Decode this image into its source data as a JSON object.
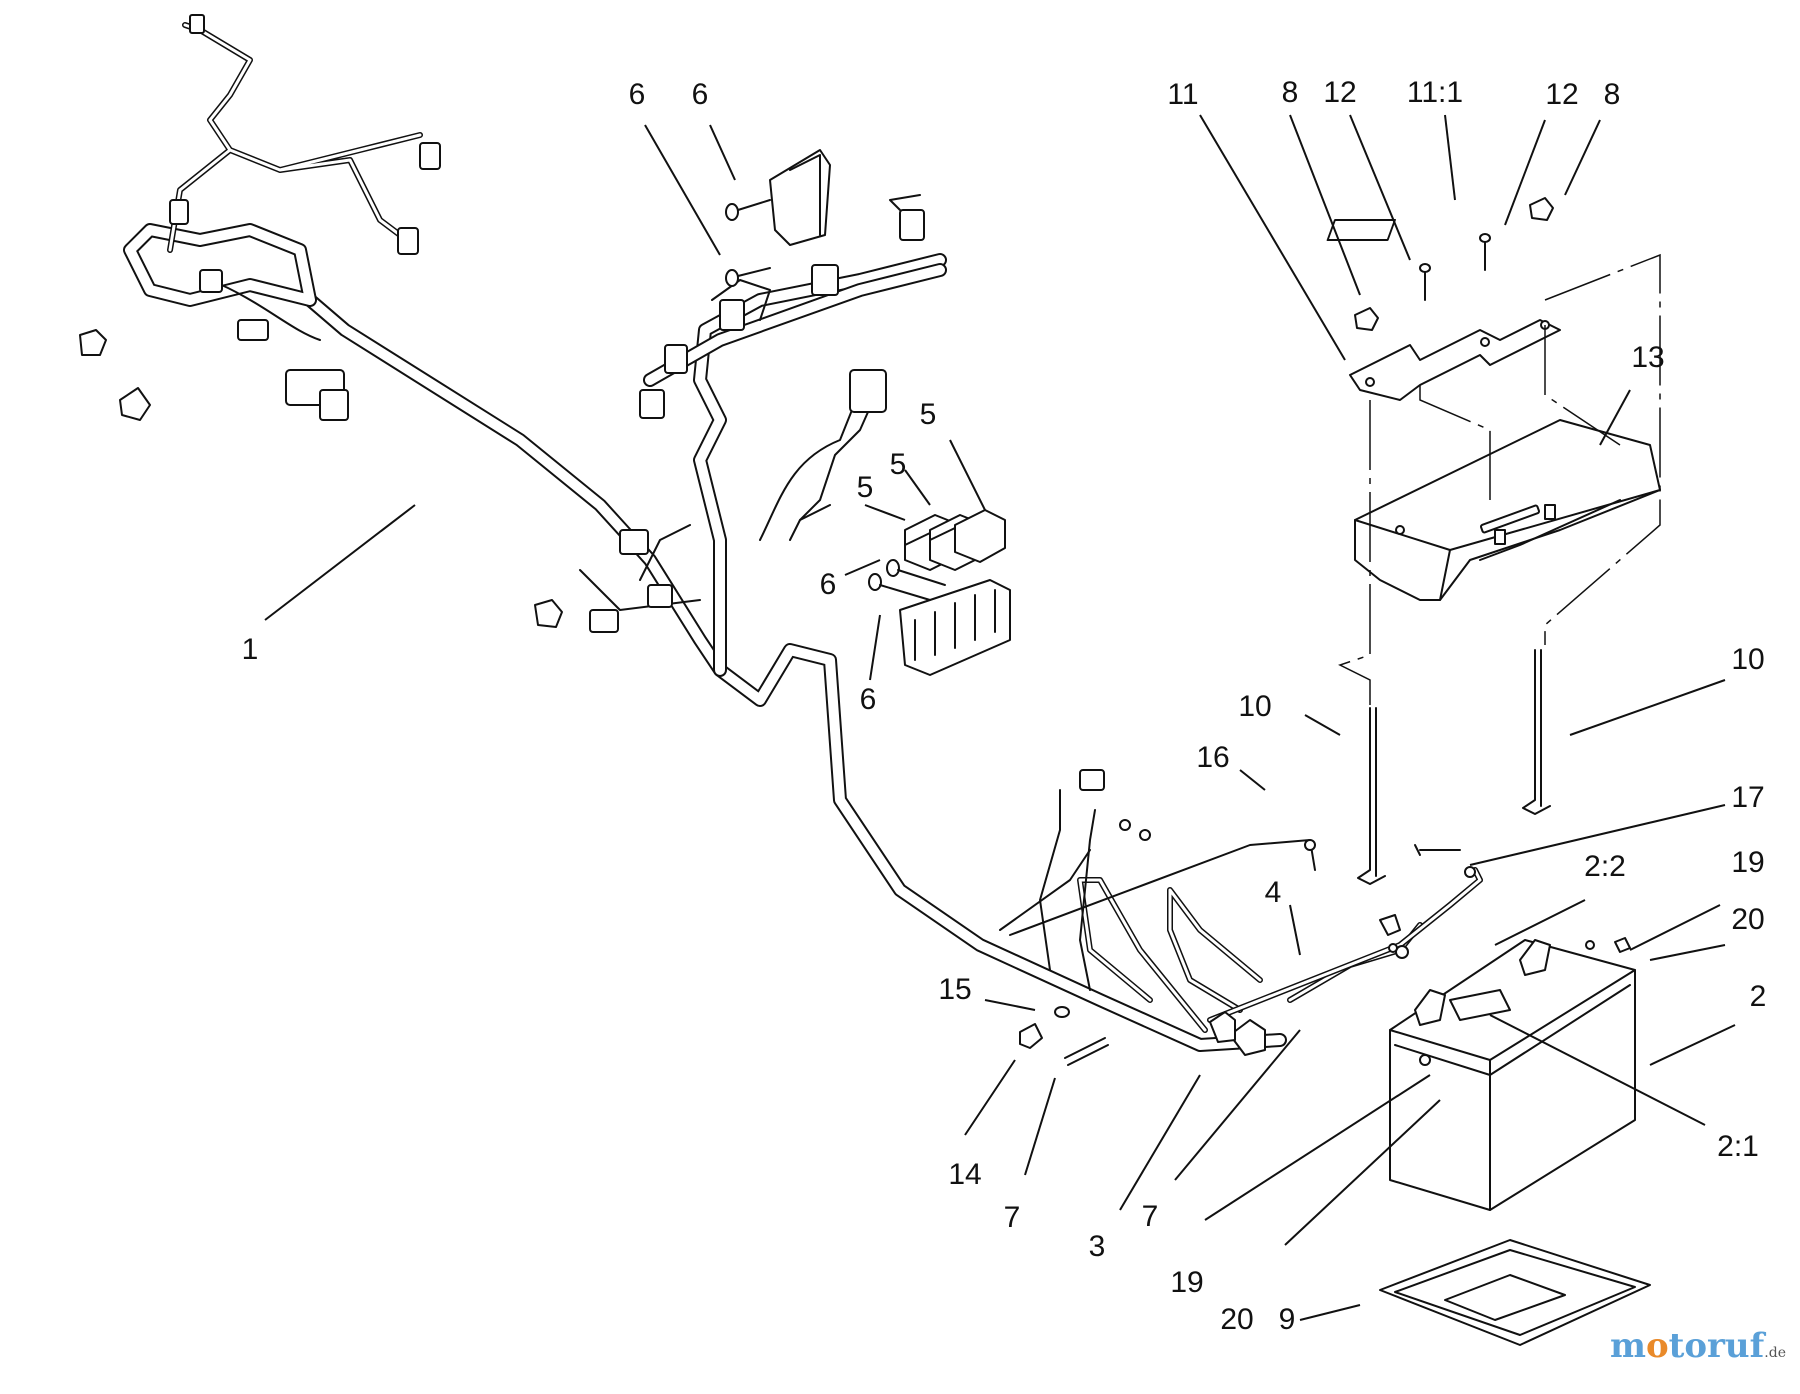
{
  "diagram": {
    "callouts": [
      {
        "id": "c1",
        "text": "1"
      },
      {
        "id": "c6a",
        "text": "6"
      },
      {
        "id": "c6b",
        "text": "6"
      },
      {
        "id": "c5a",
        "text": "5"
      },
      {
        "id": "c5b",
        "text": "5"
      },
      {
        "id": "c5c",
        "text": "5"
      },
      {
        "id": "c6c",
        "text": "6"
      },
      {
        "id": "c6d",
        "text": "6"
      },
      {
        "id": "c11",
        "text": "11"
      },
      {
        "id": "c8a",
        "text": "8"
      },
      {
        "id": "c12a",
        "text": "12"
      },
      {
        "id": "c11-1",
        "text": "11:1"
      },
      {
        "id": "c12b",
        "text": "12"
      },
      {
        "id": "c8b",
        "text": "8"
      },
      {
        "id": "c13",
        "text": "13"
      },
      {
        "id": "c10a",
        "text": "10"
      },
      {
        "id": "c10b",
        "text": "10"
      },
      {
        "id": "c16",
        "text": "16"
      },
      {
        "id": "c17",
        "text": "17"
      },
      {
        "id": "c4",
        "text": "4"
      },
      {
        "id": "c2-2",
        "text": "2:2"
      },
      {
        "id": "c19a",
        "text": "19"
      },
      {
        "id": "c20a",
        "text": "20"
      },
      {
        "id": "c2",
        "text": "2"
      },
      {
        "id": "c15",
        "text": "15"
      },
      {
        "id": "c2-1",
        "text": "2:1"
      },
      {
        "id": "c14",
        "text": "14"
      },
      {
        "id": "c7a",
        "text": "7"
      },
      {
        "id": "c3",
        "text": "3"
      },
      {
        "id": "c7b",
        "text": "7"
      },
      {
        "id": "c19b",
        "text": "19"
      },
      {
        "id": "c20b",
        "text": "20"
      },
      {
        "id": "c9",
        "text": "9"
      }
    ]
  },
  "watermark": {
    "prefix": "m",
    "accent": "o",
    "suffix": "toruf",
    "tld": ".de",
    "colors": {
      "main": "#5aa0d8",
      "accent": "#e98a2a"
    }
  }
}
